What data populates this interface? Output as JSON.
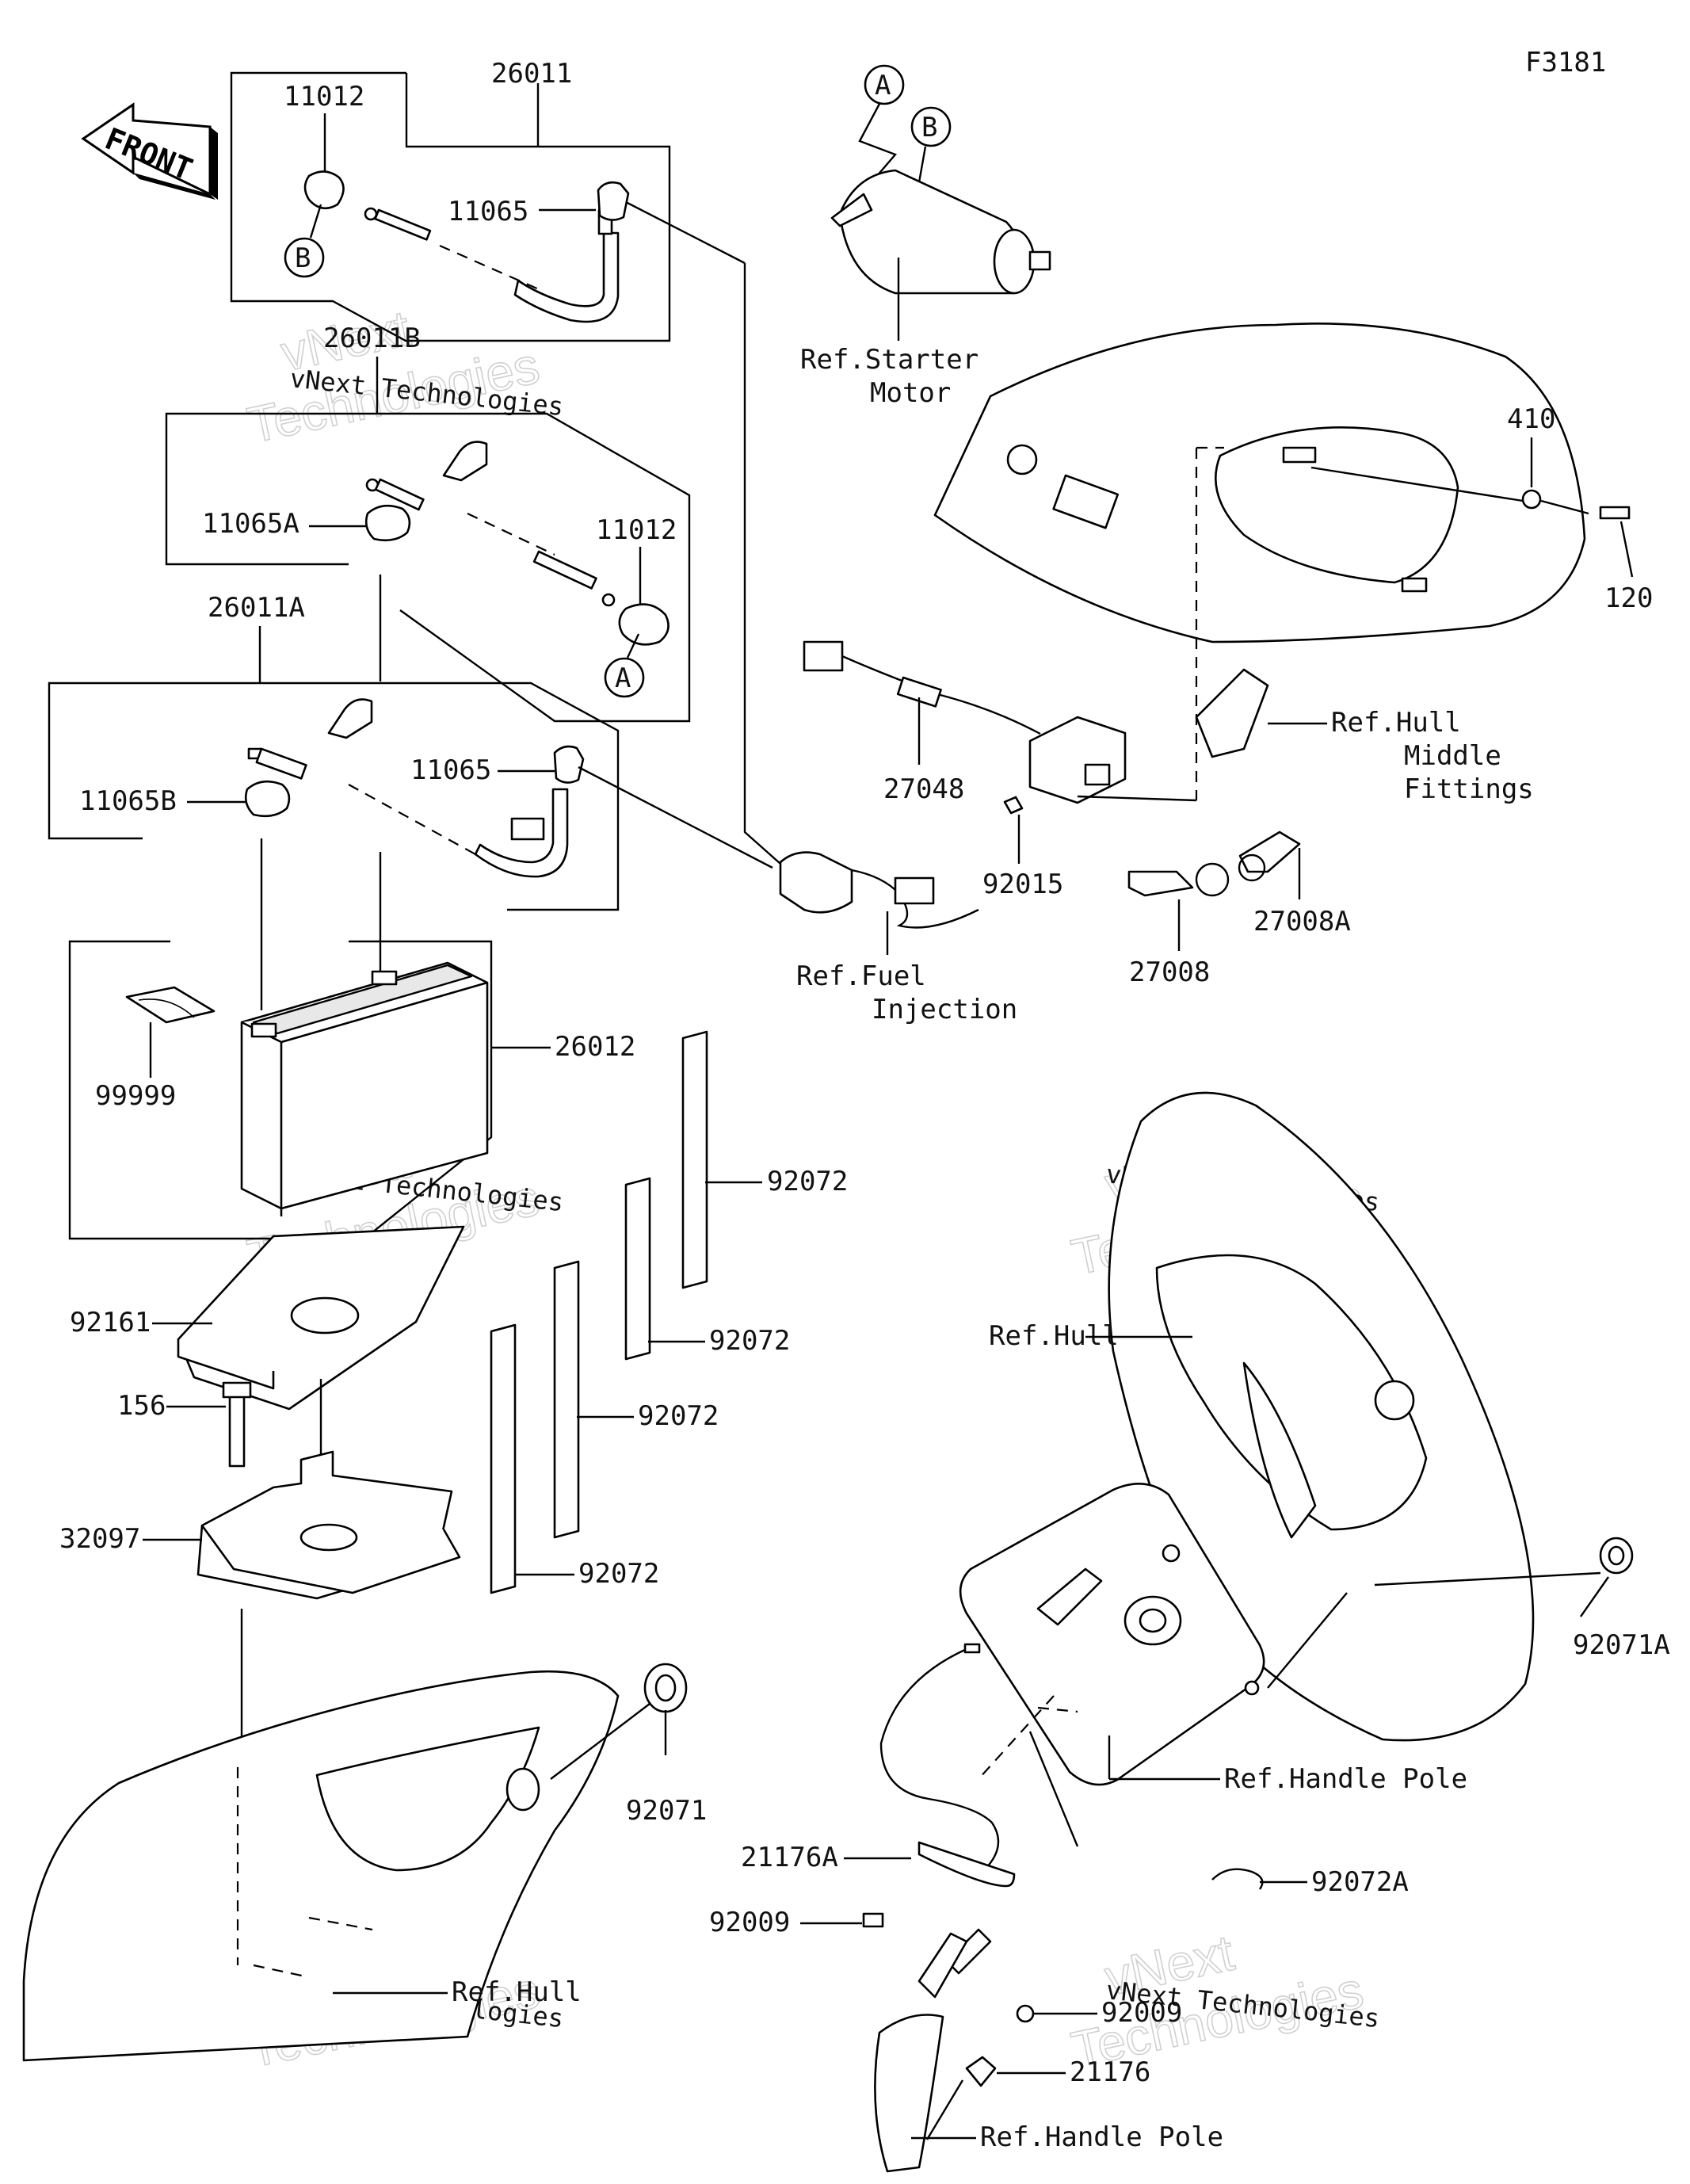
{
  "figure_code": "F3181",
  "front_arrow_text": "FRONT",
  "watermark": {
    "line1": "vNext Technologies",
    "outline_top": "vNext",
    "outline_bottom": "Technologies"
  },
  "callouts": {
    "a": "A",
    "b": "B"
  },
  "part_numbers": {
    "p11012_top": "11012",
    "p26011": "26011",
    "p11065_top": "11065",
    "p26011B": "26011B",
    "p11065A": "11065A",
    "p11012_mid": "11012",
    "p26011A": "26011A",
    "p11065_mid": "11065",
    "p11065B": "11065B",
    "p26012": "26012",
    "p99999": "99999",
    "p92072_1": "92072",
    "p92072_2": "92072",
    "p92072_3": "92072",
    "p92072_4": "92072",
    "p92161": "92161",
    "p156": "156",
    "p32097": "32097",
    "p92071": "92071",
    "p410": "410",
    "p120": "120",
    "p27048": "27048",
    "p92015": "92015",
    "p27008": "27008",
    "p27008A": "27008A",
    "p92071A": "92071A",
    "p21176A": "21176A",
    "p92009_1": "92009",
    "p92009_2": "92009",
    "p21176": "21176",
    "p92072A": "92072A"
  },
  "references": {
    "starter_line1": "Ref.Starter",
    "starter_line2": "Motor",
    "hull_middle_line1": "Ref.Hull",
    "hull_middle_line2": "Middle",
    "hull_middle_line3": "Fittings",
    "fuel_line1": "Ref.Fuel",
    "fuel_line2": "Injection",
    "hull_right": "Ref.Hull",
    "hull_bottom": "Ref.Hull",
    "handle_pole_1": "Ref.Handle Pole",
    "handle_pole_2": "Ref.Handle Pole"
  }
}
